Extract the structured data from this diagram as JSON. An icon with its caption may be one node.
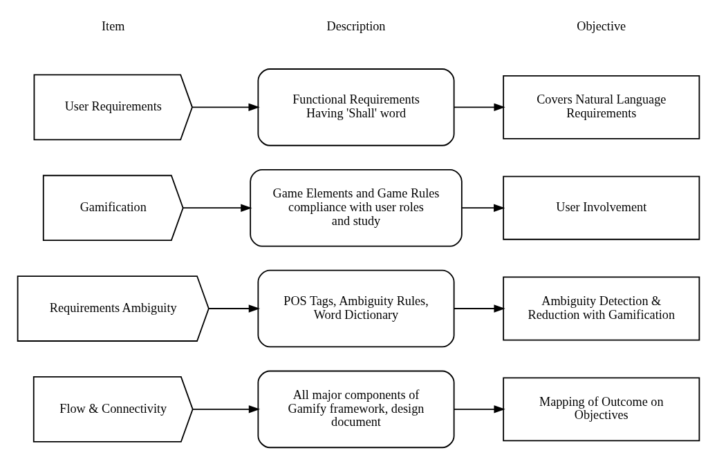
{
  "diagram": {
    "nodes": [
      {
        "text": [
          "User Requirements"
        ]
      },
      {
        "text": [
          "Functional Requirements Having 'Shall' word"
        ]
      },
      {
        "text": [
          "Covers Natural Language Requirements"
        ]
      },
      {
        "text": [
          "Gamification"
        ]
      },
      {
        "text": [
          "Game Elements and Game Rules compliance with user roles and study"
        ]
      },
      {
        "text": [
          "User Involvement"
        ]
      },
      {
        "text": [
          "Requirements Ambiguity"
        ]
      },
      {
        "text": [
          "POS Tags, Ambiguity Rules, Word Dictionary"
        ]
      },
      {
        "text": [
          "Ambiguity Detection & Reduction with Gamification"
        ]
      },
      {
        "text": [
          "Flow & Connectivity"
        ]
      },
      {
        "text": [
          "All major components of Gamify framework, design document"
        ]
      },
      {
        "text": [
          "Mapping of Outcome on Objectives"
        ]
      }
    ],
    "edges": [
      {
        "from": 0,
        "to": 1,
        "arrow": "to"
      },
      {
        "from": 1,
        "to": 2,
        "arrow": "to"
      },
      {
        "from": 3,
        "to": 4,
        "arrow": "to"
      },
      {
        "from": 4,
        "to": 5,
        "arrow": "to"
      },
      {
        "from": 6,
        "to": 7,
        "arrow": "to"
      },
      {
        "from": 7,
        "to": 8,
        "arrow": "to"
      },
      {
        "from": 9,
        "to": 10,
        "arrow": "to"
      },
      {
        "from": 10,
        "to": 11,
        "arrow": "to"
      }
    ],
    "labels": [
      "Item",
      "Description",
      "Objective"
    ]
  }
}
